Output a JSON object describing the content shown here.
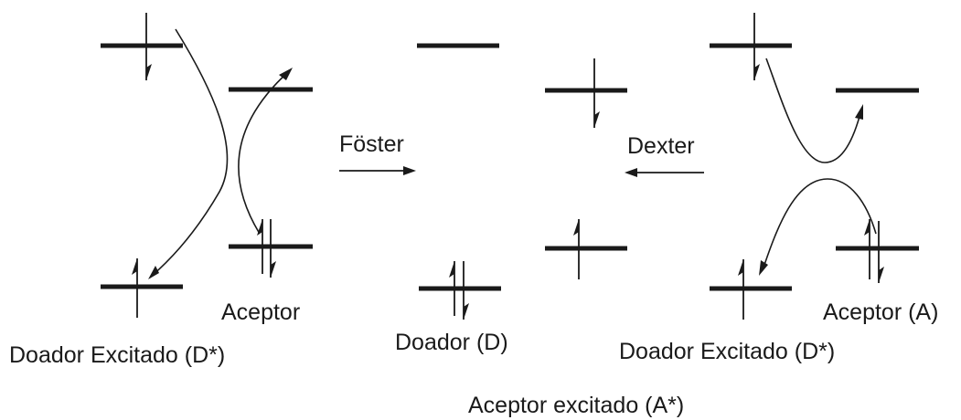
{
  "labels": {
    "foster": "Föster",
    "dexter": "Dexter",
    "aceptor_left": "Aceptor",
    "doador_excitado_left": "Doador Excitado (D*)",
    "doador_middle": "Doador (D)",
    "doador_excitado_right": "Doador Excitado (D*)",
    "aceptor_right": "Aceptor (A)",
    "aceptor_excitado": "Aceptor excitado (A*)"
  },
  "colors": {
    "ink": "#1a1a1a",
    "background": "#ffffff"
  }
}
